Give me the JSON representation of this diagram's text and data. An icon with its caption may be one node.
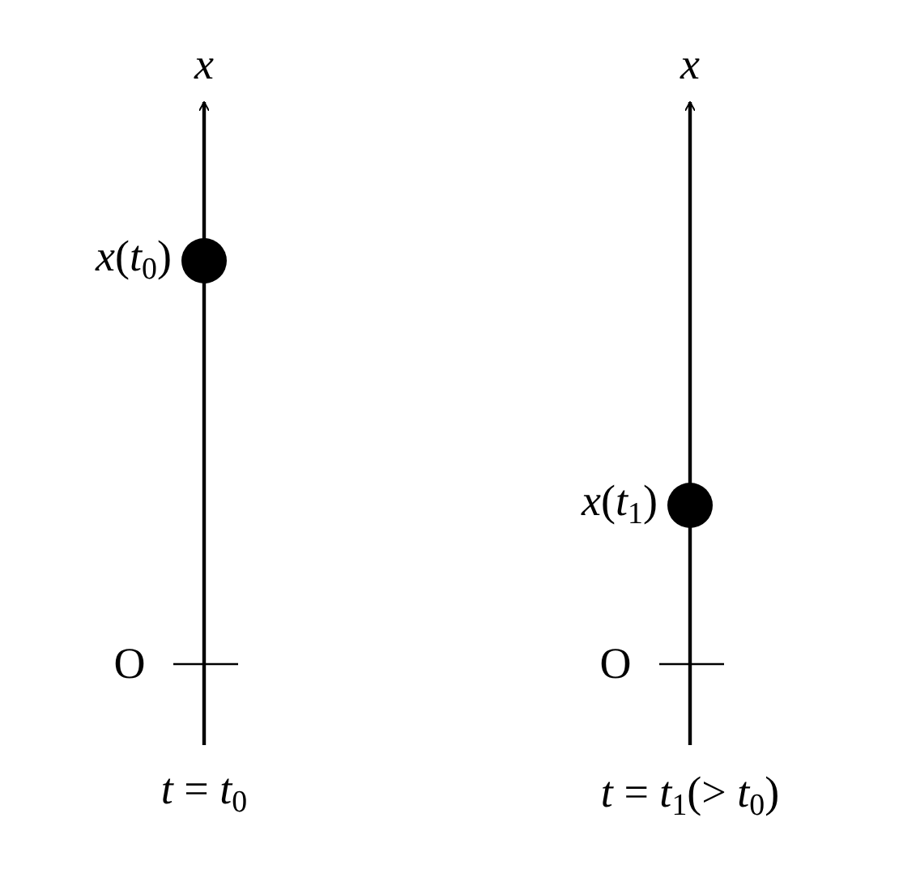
{
  "diagram": {
    "nodes": [
      {
        "text": [],
        "shape": "circle",
        "beside": [
          "*x*(*t*$_{0}$)"
        ]
      },
      {
        "text": [],
        "shape": "circle",
        "beside": [
          "*x*(*t*$_{1}$)"
        ]
      }
    ],
    "labels": [
      "x",
      "O",
      "*t* = *t*$_{0}$",
      "x",
      "O",
      "*t* = *t*$_{1}$(> *t*$_{0}$)"
    ]
  }
}
